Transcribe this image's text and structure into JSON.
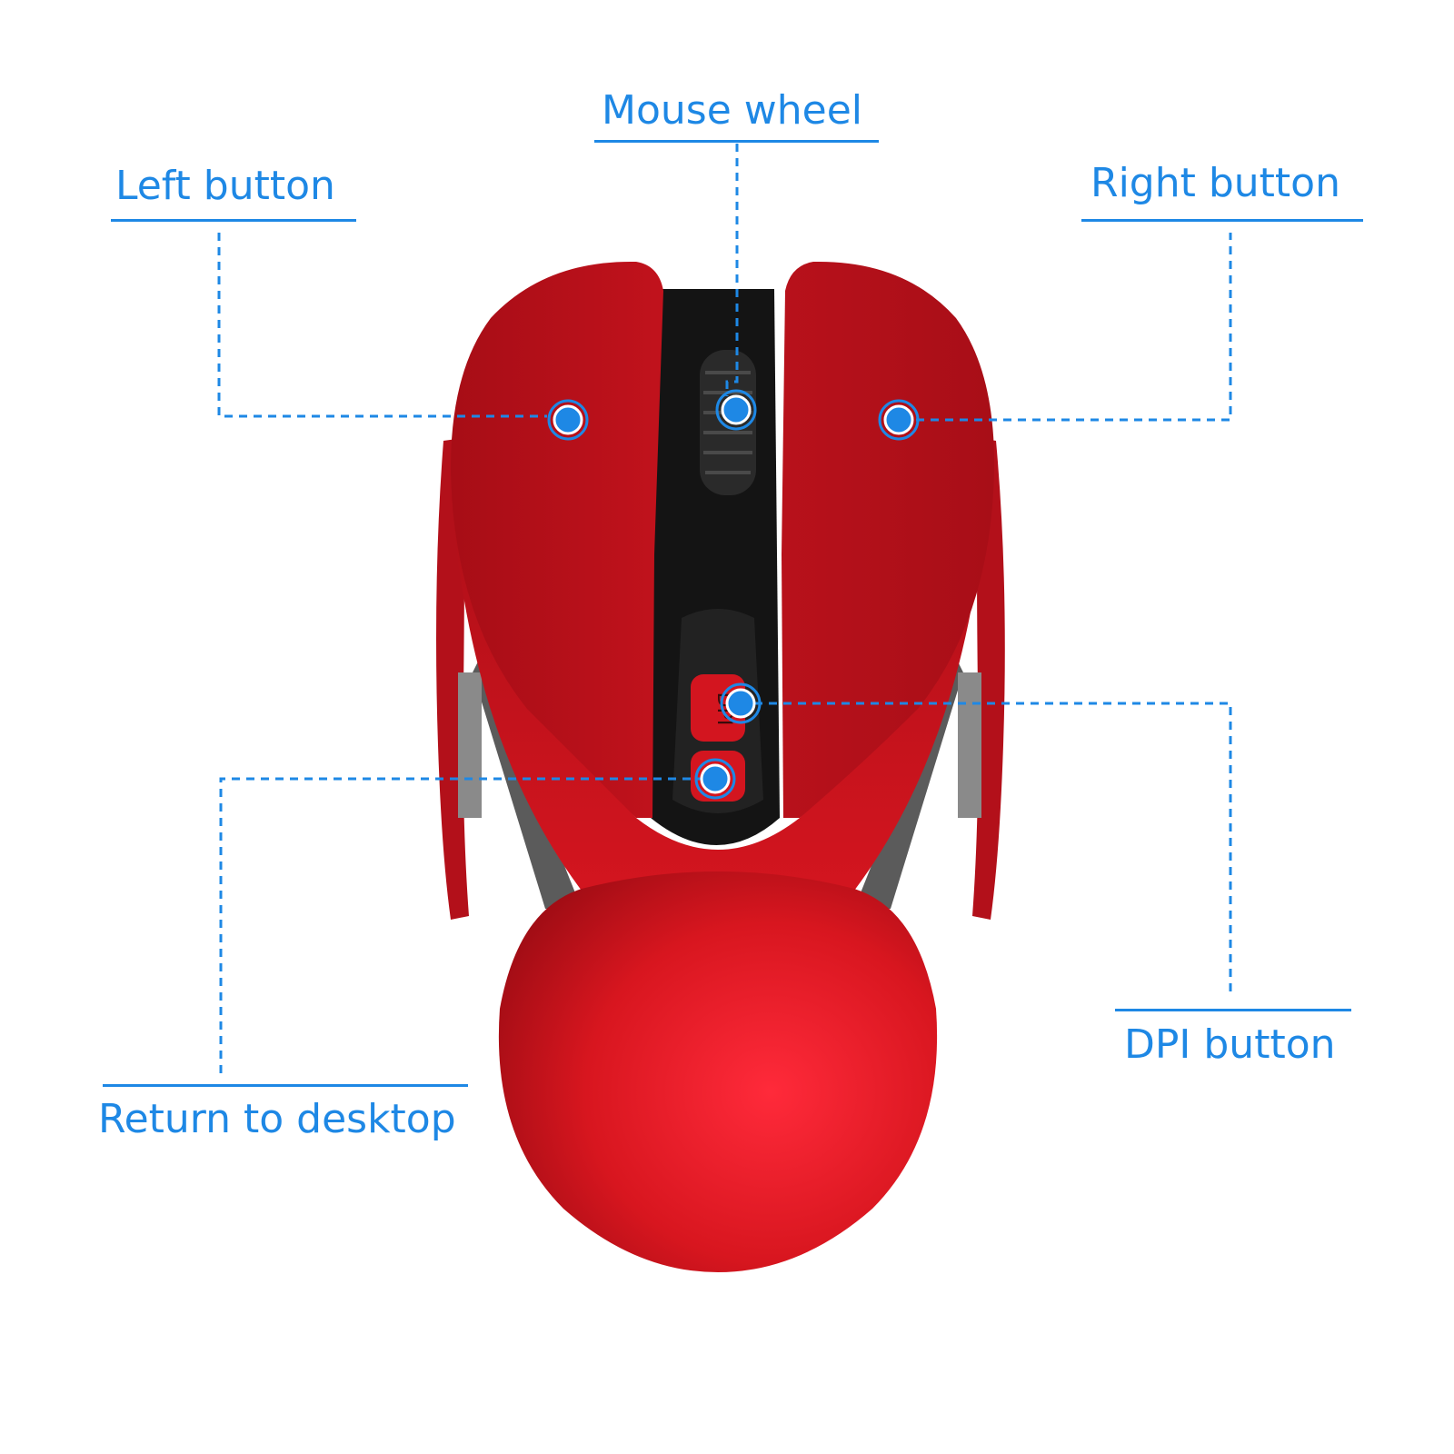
{
  "colors": {
    "label": "#1e88e5",
    "leader": "#1e88e5",
    "marker": "#1e88e5",
    "mouse_body": "#c8141e",
    "mouse_trim": "#1a1a1a",
    "mouse_side": "#5a5a5a"
  },
  "labels": {
    "mouse_wheel": "Mouse wheel",
    "left_button": "Left button",
    "right_button": "Right button",
    "dpi_button": "DPI button",
    "return_to_desktop": "Return to desktop",
    "dpi_marking": "DPI"
  },
  "icons": {
    "callout_marker": "target-dot-icon"
  }
}
